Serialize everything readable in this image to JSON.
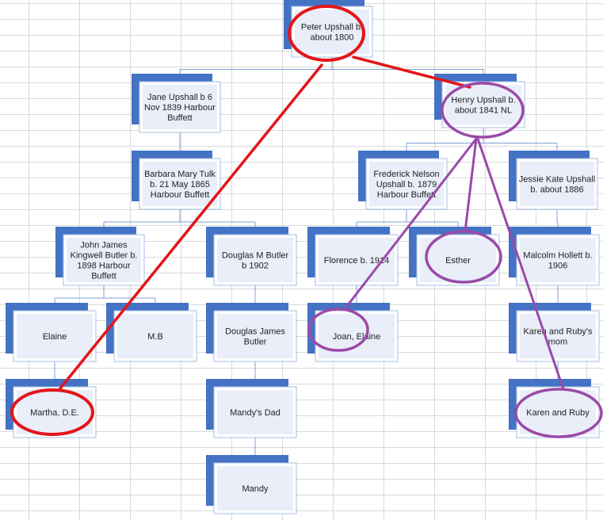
{
  "nodes": {
    "peter": [
      "Peter Upshall b.",
      "about 1800"
    ],
    "jane": [
      "Jane Upshall b 6",
      "Nov 1839 Harbour",
      "Buffett"
    ],
    "henry": [
      "Henry Upshall b.",
      "about 1841 NL"
    ],
    "barbara": [
      "Barbara Mary Tulk",
      "b. 21 May 1865",
      "Harbour Buffett"
    ],
    "frederick": [
      "Frederick Nelson",
      "Upshall b. 1879",
      "Harbour Buffett"
    ],
    "jessie": [
      "Jessie Kate Upshall",
      "b. about 1886"
    ],
    "john": [
      "John James",
      "Kingwell Butler b.",
      "1898 Harbour",
      "Buffett"
    ],
    "douglas_m": [
      "Douglas M Butler",
      "b 1902"
    ],
    "florence": [
      "Florence b. 1914"
    ],
    "esther": [
      "Esther"
    ],
    "malcolm": [
      "Malcolm Hollett b.",
      "1906"
    ],
    "elaine": [
      "Elaine"
    ],
    "mb": [
      "M.B"
    ],
    "douglas_james": [
      "Douglas James",
      "Butler"
    ],
    "joan": [
      "Joan, Elaine"
    ],
    "karen_mom": [
      "Karen and Ruby's",
      "mom"
    ],
    "martha": [
      "Martha, D.E."
    ],
    "mandys_dad": [
      "Mandy's Dad"
    ],
    "karen_ruby": [
      "Karen and Ruby"
    ],
    "mandy": [
      "Mandy"
    ]
  },
  "annotation_colors": {
    "red": "#e3151a",
    "purple": "#9b4aa8"
  }
}
